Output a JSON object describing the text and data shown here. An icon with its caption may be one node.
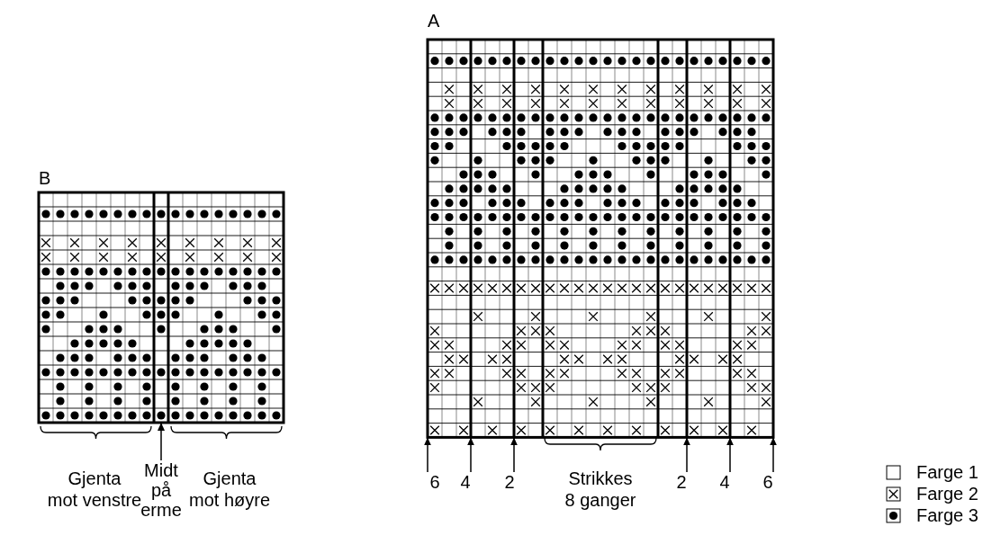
{
  "diagram": {
    "nodes": [
      {
        "text": [
          "B"
        ]
      },
      {
        "text": [
          "A"
        ]
      },
      {
        "text": [
          "Midt på erme"
        ]
      },
      {
        "text": [
          "6"
        ]
      },
      {
        "text": [
          "4"
        ]
      },
      {
        "text": [
          "2"
        ]
      },
      {
        "text": [
          "2"
        ]
      },
      {
        "text": [
          "4"
        ]
      },
      {
        "text": [
          "6"
        ]
      }
    ],
    "edges": [
      {
        "from": 2,
        "to": 0,
        "arrow": "to"
      },
      {
        "from": 3,
        "to": 1,
        "arrow": "to"
      },
      {
        "from": 4,
        "to": 1,
        "arrow": "to"
      },
      {
        "from": 5,
        "to": 1,
        "arrow": "to"
      },
      {
        "from": 6,
        "to": 1,
        "arrow": "to"
      },
      {
        "from": 7,
        "to": 1,
        "arrow": "to"
      },
      {
        "from": 8,
        "to": 1,
        "arrow": "to"
      }
    ],
    "labels": [
      "Gjenta mot venstre",
      "Gjenta mot høyre",
      "Strikkes 8 ganger"
    ],
    "legend": [
      {
        "text": "Farge 1"
      },
      {
        "text": "Farge 2"
      },
      {
        "text": "Farge 3"
      }
    ]
  }
}
